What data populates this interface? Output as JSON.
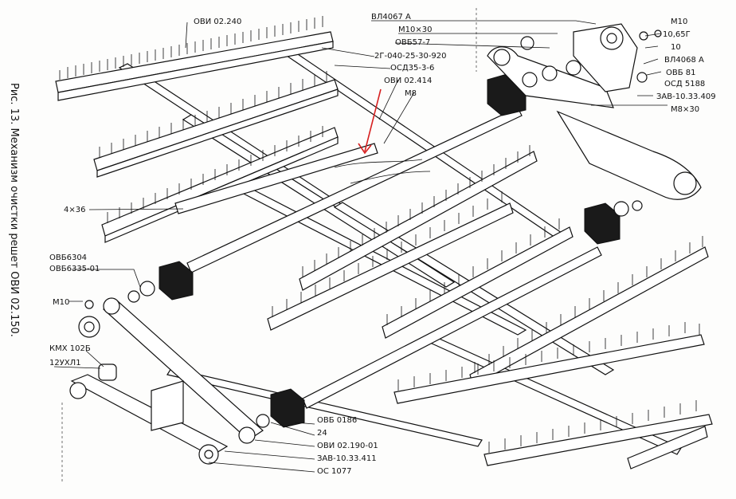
{
  "caption": "Рис. 13. Механизм очистки решет ОВИ 02.150.",
  "labels": {
    "l1": "ОВИ 02.240",
    "l2": "ВЛ4067 А",
    "l3": "М10×30",
    "l4": "ОВБ57-7",
    "l5": "2Г-040-25-30-920",
    "l6": "ОСД35-3-6",
    "l7": "ОВИ 02.414",
    "l8": "М8",
    "l9": "М10",
    "l10": "10,65Г",
    "l11": "10",
    "l12": "ВЛ4068 А",
    "l13": "ОВБ 81",
    "l14": "ОСД 5188",
    "l15": "ЗАВ-10.33.409",
    "l16": "М8×30",
    "l17": "4×36",
    "l18": "ОВБ6304",
    "l19": "ОВБ6335-01",
    "l20": "М10",
    "l21": "КМХ 102Б",
    "l22": "12УХЛ1",
    "l23": "ОВБ 0186",
    "l24": "24",
    "l25": "ОВИ 02.190-01",
    "l26": "ЗАВ-10.33.411",
    "l27": "ОС 1077"
  },
  "accent": {
    "arrow": "#d62020",
    "ink": "#111111"
  }
}
